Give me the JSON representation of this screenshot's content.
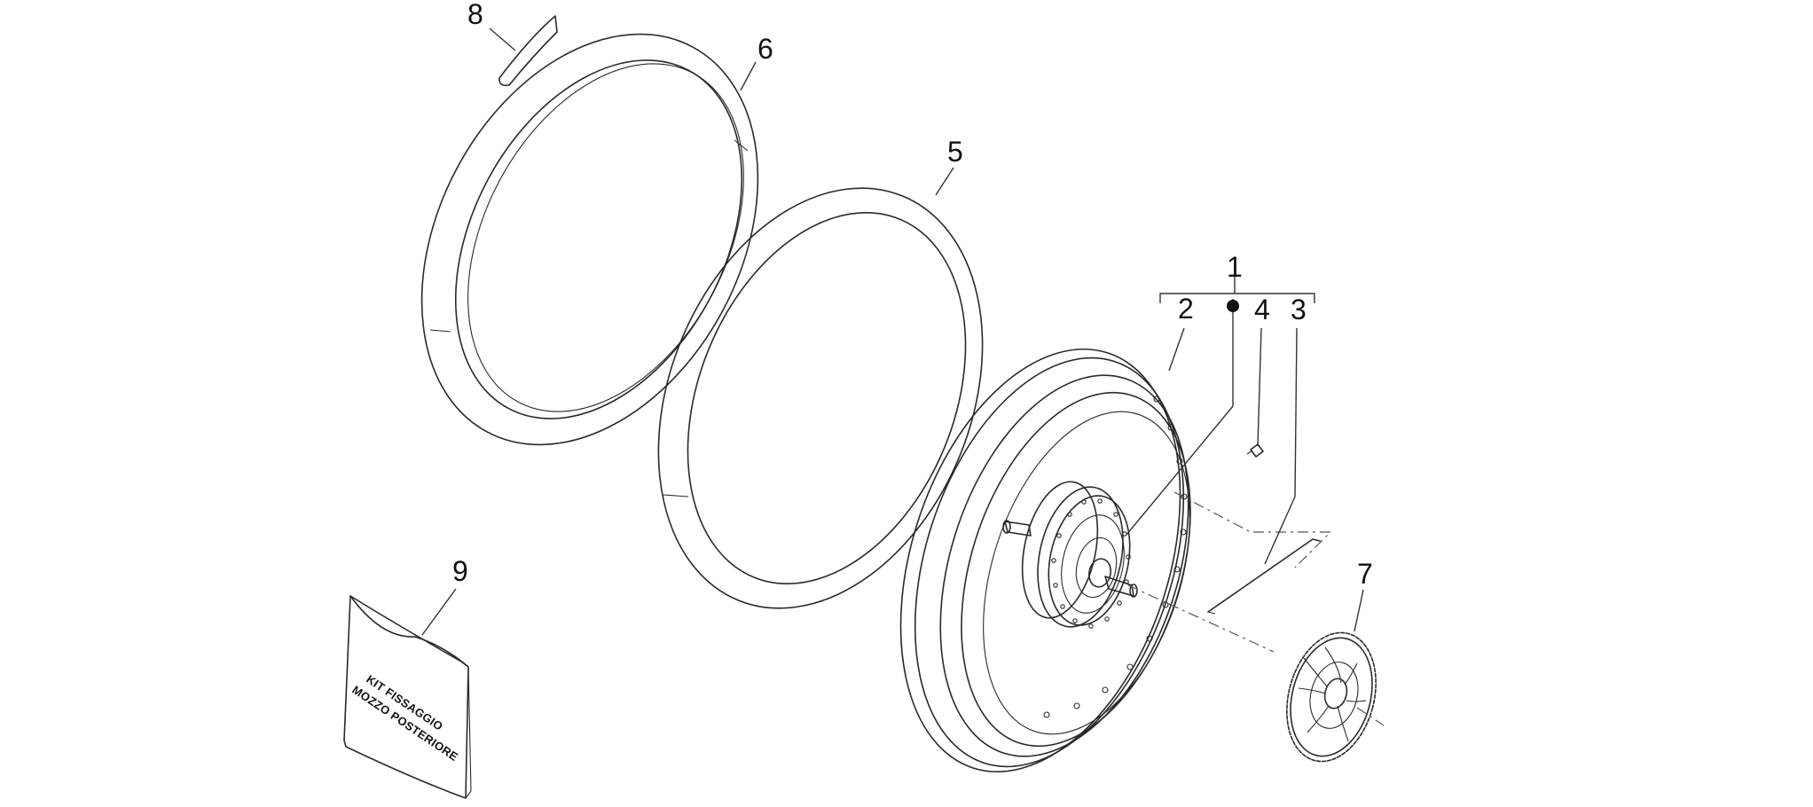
{
  "diagram": {
    "callouts": [
      {
        "id": "c1",
        "label": "1"
      },
      {
        "id": "c2",
        "label": "2"
      },
      {
        "id": "c3",
        "label": "3"
      },
      {
        "id": "c4",
        "label": "4"
      },
      {
        "id": "c5",
        "label": "5"
      },
      {
        "id": "c6",
        "label": "6"
      },
      {
        "id": "c7",
        "label": "7"
      },
      {
        "id": "c8",
        "label": "8"
      },
      {
        "id": "c9",
        "label": "9"
      }
    ],
    "bag_label": {
      "line1": "KIT FISSAGGIO",
      "line2": "MOZZO POSTERIORE"
    }
  }
}
